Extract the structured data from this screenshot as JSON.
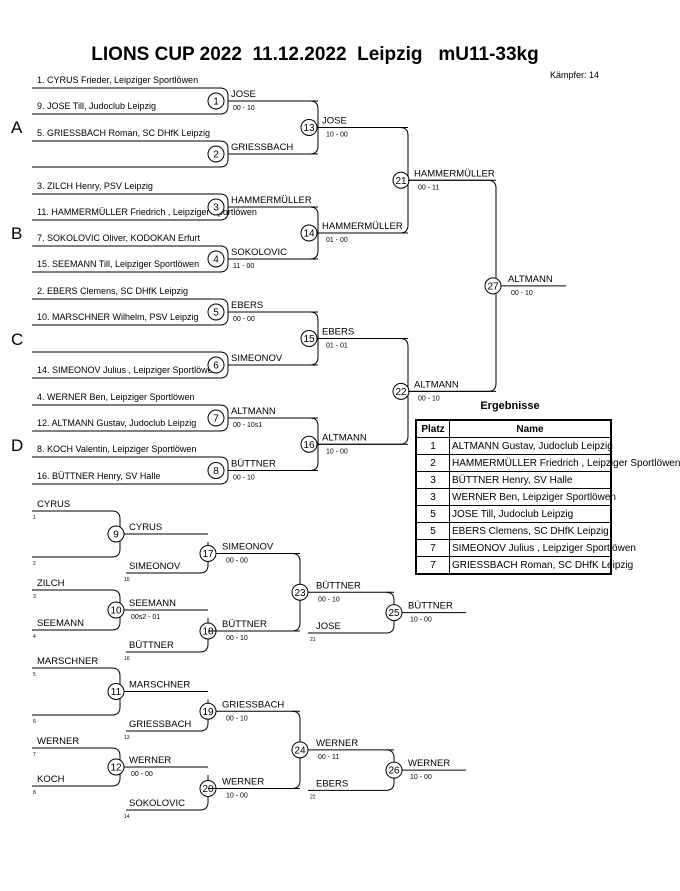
{
  "header": {
    "title": "LIONS CUP 2022  11.12.2022  Leipzig   mU11-33kg",
    "fighter_count": "Kämpfer: 14"
  },
  "pools": [
    "A",
    "B",
    "C",
    "D"
  ],
  "entries": [
    "1. CYRUS Frieder, Leipziger Sportlöwen",
    "9. JOSE Till, Judoclub Leipzig",
    "5. GRIESSBACH Roman, SC DHfK Leipzig",
    "",
    "3. ZILCH Henry, PSV Leipzig",
    "11. HAMMERMÜLLER Friedrich , Leipziger Sportlöwen",
    "7. SOKOLOVIC Oliver, KODOKAN Erfurt",
    "15. SEEMANN Till, Leipziger Sportlöwen",
    "2. EBERS Clemens, SC DHfK Leipzig",
    "10. MARSCHNER Wilhelm, PSV Leipzig",
    "",
    "14. SIMEONOV Julius , Leipziger Sportlöwen",
    "4. WERNER Ben, Leipziger Sportlöwen",
    "12. ALTMANN Gustav, Judoclub Leipzig",
    "8. KOCH Valentin, Leipziger Sportlöwen",
    "16. BÜTTNER Henry, SV Halle"
  ],
  "main_r1": [
    {
      "num": "1",
      "winner": "JOSE",
      "score": "00 - 10"
    },
    {
      "num": "2",
      "winner": "GRIESSBACH",
      "score": ""
    },
    {
      "num": "3",
      "winner": "HAMMERMÜLLER",
      "score": ""
    },
    {
      "num": "4",
      "winner": "SOKOLOVIC",
      "score": "11 - 00"
    },
    {
      "num": "5",
      "winner": "EBERS",
      "score": "00 - 00"
    },
    {
      "num": "6",
      "winner": "SIMEONOV",
      "score": ""
    },
    {
      "num": "7",
      "winner": "ALTMANN",
      "score": "00 - 10s1"
    },
    {
      "num": "8",
      "winner": "BÜTTNER",
      "score": "00 - 10"
    }
  ],
  "main_r2": [
    {
      "num": "13",
      "winner": "JOSE",
      "score": "10 - 00"
    },
    {
      "num": "14",
      "winner": "HAMMERMÜLLER",
      "score": "01 - 00"
    },
    {
      "num": "15",
      "winner": "EBERS",
      "score": "01 - 01"
    },
    {
      "num": "16",
      "winner": "ALTMANN",
      "score": "10 - 00"
    }
  ],
  "main_r3": [
    {
      "num": "21",
      "winner": "HAMMERMÜLLER",
      "score": "00 - 11"
    },
    {
      "num": "22",
      "winner": "ALTMANN",
      "score": "00 - 10"
    }
  ],
  "main_final": {
    "num": "27",
    "winner": "ALTMANN",
    "score": "00 - 10"
  },
  "rep_blocks": [
    {
      "seeds": [
        {
          "name": "CYRUS",
          "pos": "1"
        },
        {
          "name": "",
          "pos": "2"
        }
      ],
      "m1": {
        "num": "9",
        "winner": "CYRUS",
        "score": ""
      },
      "drop": {
        "name": "SIMEONOV",
        "pos": "15"
      },
      "m2": {
        "num": "17",
        "winner": "SIMEONOV",
        "score": "00 - 00"
      }
    },
    {
      "seeds": [
        {
          "name": "ZILCH",
          "pos": "3"
        },
        {
          "name": "SEEMANN",
          "pos": "4"
        }
      ],
      "m1": {
        "num": "10",
        "winner": "SEEMANN",
        "score": "00s2 - 01"
      },
      "drop": {
        "name": "BÜTTNER",
        "pos": "16"
      },
      "m2": {
        "num": "18",
        "winner": "BÜTTNER",
        "score": "00 - 10"
      }
    },
    {
      "seeds": [
        {
          "name": "MARSCHNER",
          "pos": "5"
        },
        {
          "name": "",
          "pos": "6"
        }
      ],
      "m1": {
        "num": "11",
        "winner": "MARSCHNER",
        "score": ""
      },
      "drop": {
        "name": "GRIESSBACH",
        "pos": "13"
      },
      "m2": {
        "num": "19",
        "winner": "GRIESSBACH",
        "score": "00 - 10"
      }
    },
    {
      "seeds": [
        {
          "name": "WERNER",
          "pos": "7"
        },
        {
          "name": "KOCH",
          "pos": "8"
        }
      ],
      "m1": {
        "num": "12",
        "winner": "WERNER",
        "score": "00 - 00"
      },
      "drop": {
        "name": "SOKOLOVIC",
        "pos": "14"
      },
      "m2": {
        "num": "20",
        "winner": "WERNER",
        "score": "10 - 00"
      }
    }
  ],
  "rep_r3": [
    {
      "num": "23",
      "winner": "BÜTTNER",
      "score": "00 - 10",
      "drop": {
        "name": "JOSE",
        "pos": "21"
      }
    },
    {
      "num": "24",
      "winner": "WERNER",
      "score": "00 - 11",
      "drop": {
        "name": "EBERS",
        "pos": "22"
      }
    }
  ],
  "rep_final": [
    {
      "num": "25",
      "winner": "BÜTTNER",
      "score": "10 - 00"
    },
    {
      "num": "26",
      "winner": "WERNER",
      "score": "10 - 00"
    }
  ],
  "results": {
    "title": "Ergebnisse",
    "headers": [
      "Platz",
      "Name"
    ],
    "rows": [
      {
        "place": "1",
        "name": "ALTMANN Gustav, Judoclub Leipzig"
      },
      {
        "place": "2",
        "name": "HAMMERMÜLLER Friedrich , Leipziger Sportlöwen"
      },
      {
        "place": "3",
        "name": "BÜTTNER Henry, SV Halle"
      },
      {
        "place": "3",
        "name": "WERNER Ben, Leipziger Sportlöwen"
      },
      {
        "place": "5",
        "name": "JOSE Till, Judoclub Leipzig"
      },
      {
        "place": "5",
        "name": "EBERS Clemens, SC DHfK Leipzig"
      },
      {
        "place": "7",
        "name": "SIMEONOV Julius , Leipziger Sportlöwen"
      },
      {
        "place": "7",
        "name": "GRIESSBACH Roman, SC DHfK Leipzig"
      }
    ]
  }
}
